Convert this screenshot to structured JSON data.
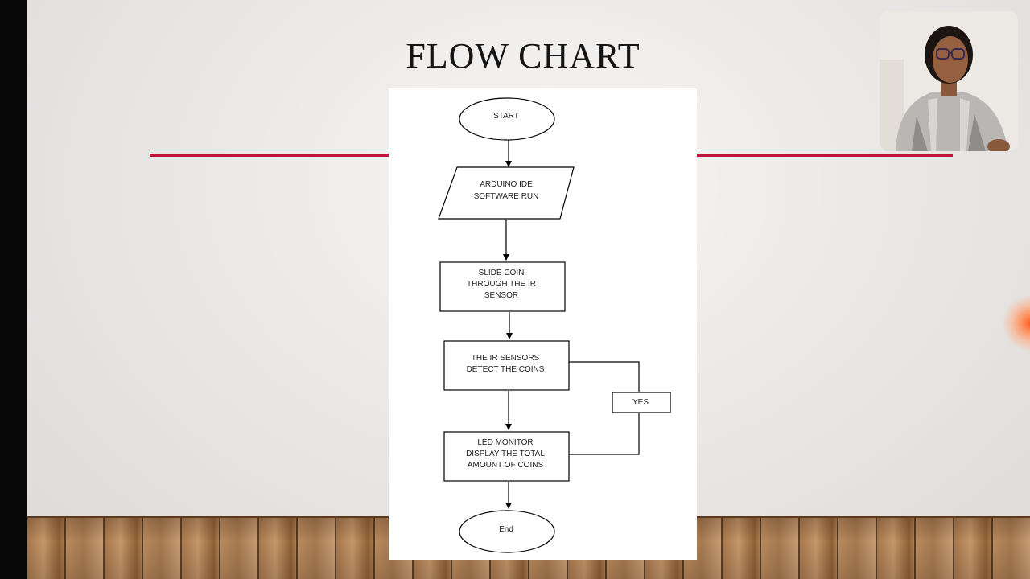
{
  "slide": {
    "title": "FLOW CHART"
  },
  "flowchart": {
    "start": "START",
    "step1_line1": "ARDUINO IDE",
    "step1_line2": "SOFTWARE RUN",
    "step2_line1": "SLIDE COIN",
    "step2_line2": "THROUGH THE IR",
    "step2_line3": "SENSOR",
    "step3_line1": "THE IR SENSORS",
    "step3_line2": "DETECT THE COINS",
    "step4_line1": "LED MONITOR",
    "step4_line2": "DISPLAY THE TOTAL",
    "step4_line3": "AMOUNT OF COINS",
    "loop_label": "YES",
    "end": "End"
  },
  "colors": {
    "accent_line": "#c0143c",
    "record_indicator": "#ff5a1f"
  },
  "icons": {
    "webcam": "presenter-webcam-feed",
    "record": "record-indicator-icon"
  }
}
